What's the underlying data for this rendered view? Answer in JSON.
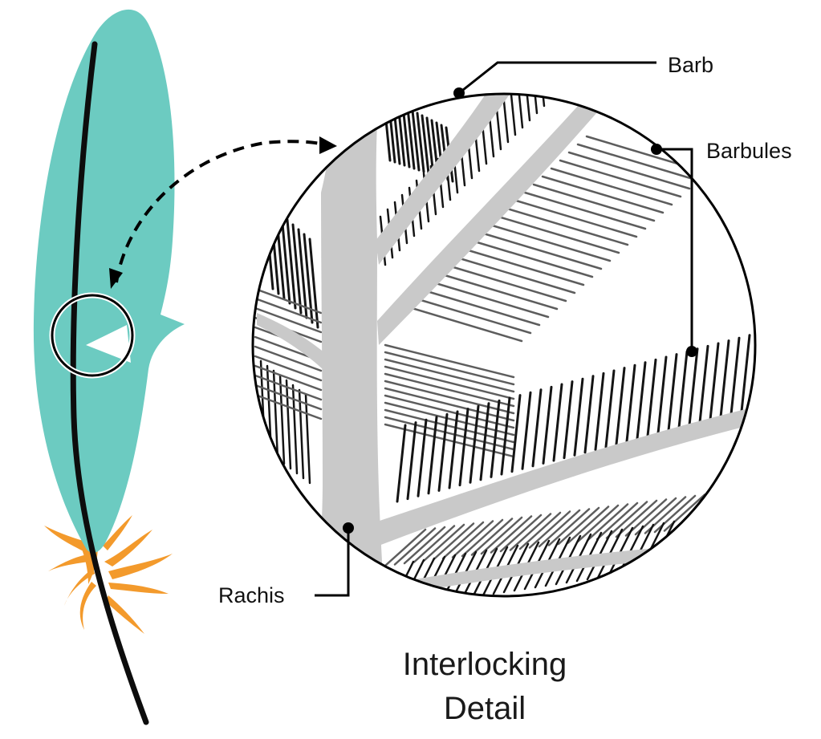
{
  "labels": {
    "barb": "Barb",
    "barbules": "Barbules",
    "rachis": "Rachis"
  },
  "caption": [
    "Interlocking",
    "Detail"
  ],
  "colors": {
    "feather_vane": "#6ccbc1",
    "feather_down": "#f39a2c",
    "shaft": "#0d0d0d",
    "rachis_fill": "#c9c9c9",
    "barbule_dark": "#141414",
    "barbule_gray": "#5d5d5d",
    "outline": "#000000",
    "background": "#ffffff"
  },
  "icons": {
    "magnifier": "circle-outline",
    "pointer": "dashed-curved-arrow",
    "callout_dot": "filled-circle"
  }
}
